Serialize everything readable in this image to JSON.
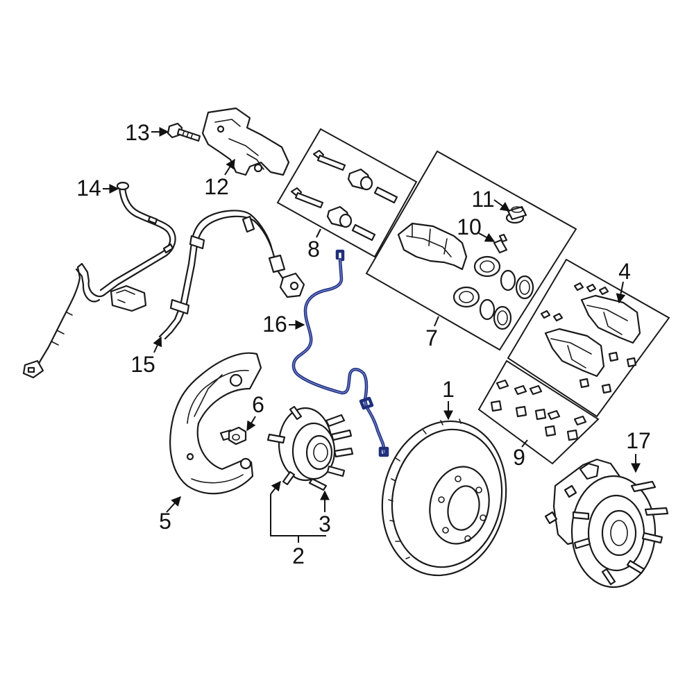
{
  "callouts": {
    "c1": "1",
    "c2": "2",
    "c3": "3",
    "c4": "4",
    "c5": "5",
    "c6": "6",
    "c7": "7",
    "c8": "8",
    "c9": "9",
    "c10": "10",
    "c11": "11",
    "c12": "12",
    "c13": "13",
    "c14": "14",
    "c15": "15",
    "c16": "16",
    "c17": "17"
  },
  "colors": {
    "highlight_sensor": "#1f2f7a",
    "line_art": "#1a1a1a",
    "background": "#ffffff"
  }
}
